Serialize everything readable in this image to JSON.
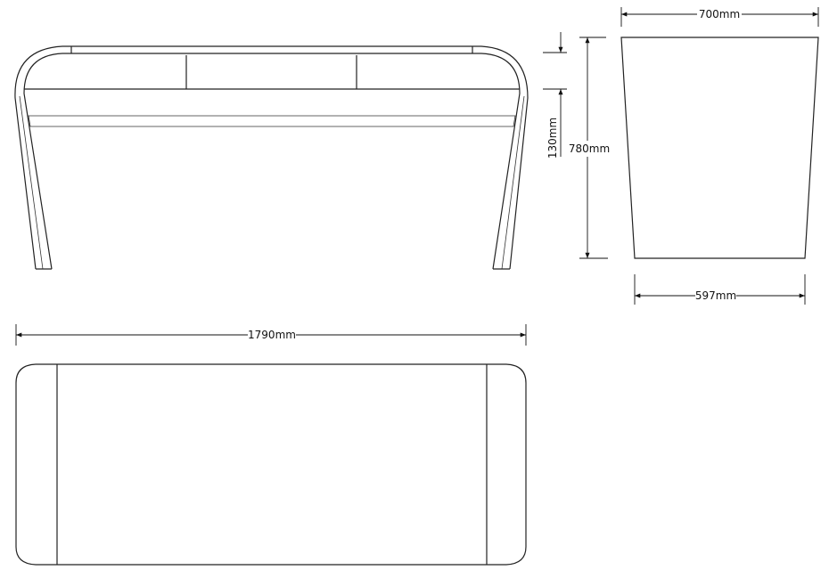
{
  "drawing": {
    "views": [
      "front-view",
      "side-view",
      "top-view"
    ],
    "dimensions": {
      "width": "1790mm",
      "depth_top": "700mm",
      "depth_bottom": "597mm",
      "height": "780mm",
      "drawer_height": "130mm"
    }
  }
}
